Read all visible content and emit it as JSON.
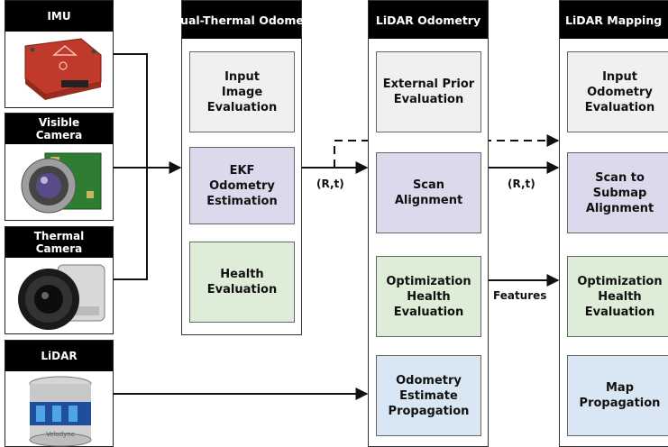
{
  "sensors": {
    "imu": "IMU",
    "visible": "Visible\nCamera",
    "thermal": "Thermal\nCamera",
    "lidar": "LiDAR",
    "velodyne_text": "Velodyne"
  },
  "columns": {
    "vto": {
      "title": "Visual-Thermal\nOdometry",
      "boxes": [
        "Input\nImage\nEvaluation",
        "EKF\nOdometry\nEstimation",
        "Health\nEvaluation"
      ]
    },
    "lo": {
      "title": "LiDAR\nOdometry",
      "boxes": [
        "External Prior\nEvaluation",
        "Scan\nAlignment",
        "Optimization\nHealth\nEvaluation",
        "Odometry\nEstimate\nPropagation"
      ]
    },
    "lm": {
      "title": "LiDAR Mapping",
      "boxes": [
        "Input\nOdometry\nEvaluation",
        "Scan to\nSubmap\nAlignment",
        "Optimization\nHealth\nEvaluation",
        "Map\nPropagation"
      ]
    }
  },
  "labels": {
    "rt1": "(R,t)",
    "rt2": "(R,t)",
    "features": "Features"
  },
  "colors": {
    "gray": "#f0f0f0",
    "purple": "#ddd8ec",
    "green": "#deedd7",
    "blue": "#d9e6f4",
    "header": "#000000",
    "imu_body": "#c0392b"
  }
}
